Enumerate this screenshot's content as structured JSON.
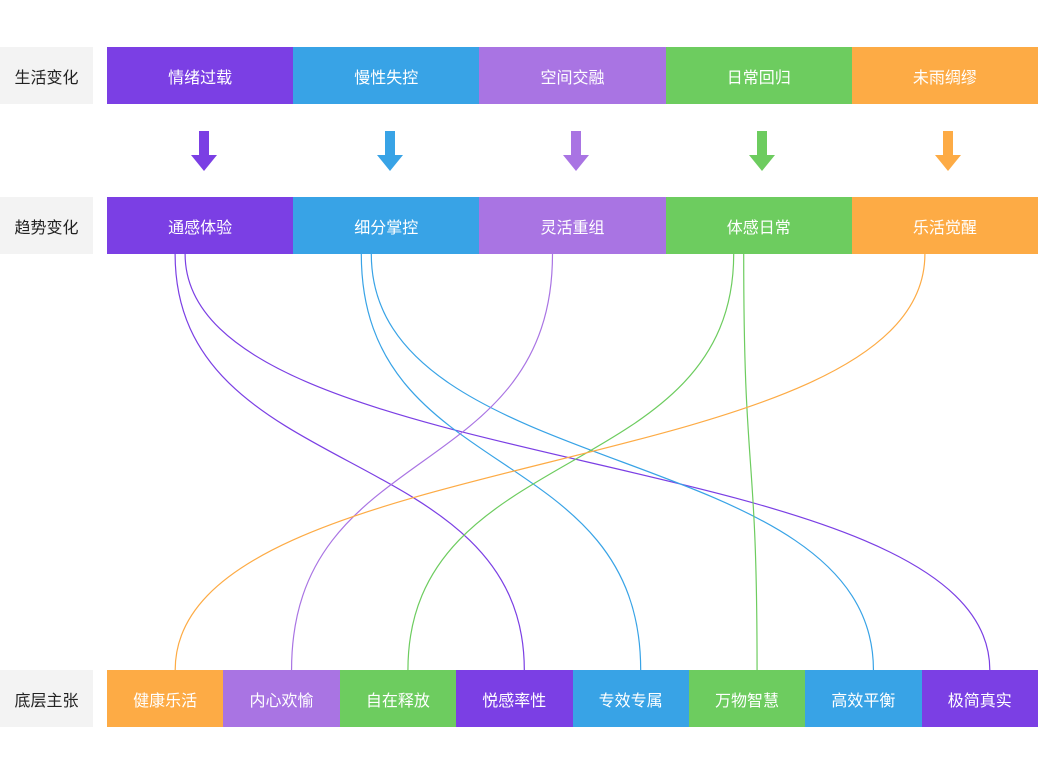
{
  "rows": {
    "life": {
      "label": "生活变化",
      "items": [
        {
          "text": "情绪过载",
          "color": "#7b3fe4"
        },
        {
          "text": "慢性失控",
          "color": "#38a3e6"
        },
        {
          "text": "空间交融",
          "color": "#a974e3"
        },
        {
          "text": "日常回归",
          "color": "#6dcc5f"
        },
        {
          "text": "未雨绸缪",
          "color": "#fdab45"
        }
      ]
    },
    "trend": {
      "label": "趋势变化",
      "items": [
        {
          "text": "通感体验",
          "color": "#7b3fe4"
        },
        {
          "text": "细分掌控",
          "color": "#38a3e6"
        },
        {
          "text": "灵活重组",
          "color": "#a974e3"
        },
        {
          "text": "体感日常",
          "color": "#6dcc5f"
        },
        {
          "text": "乐活觉醒",
          "color": "#fdab45"
        }
      ]
    },
    "claim": {
      "label": "底层主张",
      "items": [
        {
          "text": "健康乐活",
          "color": "#fdab45"
        },
        {
          "text": "内心欢愉",
          "color": "#a974e3"
        },
        {
          "text": "自在释放",
          "color": "#6dcc5f"
        },
        {
          "text": "悦感率性",
          "color": "#7b3fe4"
        },
        {
          "text": "专效专属",
          "color": "#38a3e6"
        },
        {
          "text": "万物智慧",
          "color": "#6dcc5f"
        },
        {
          "text": "高效平衡",
          "color": "#38a3e6"
        },
        {
          "text": "极简真实",
          "color": "#7b3fe4"
        }
      ]
    }
  },
  "links": [
    {
      "from": 0,
      "to": 3,
      "color": "#7b3fe4"
    },
    {
      "from": 0,
      "to": 7,
      "color": "#7b3fe4"
    },
    {
      "from": 1,
      "to": 4,
      "color": "#38a3e6"
    },
    {
      "from": 1,
      "to": 6,
      "color": "#38a3e6"
    },
    {
      "from": 2,
      "to": 1,
      "color": "#a974e3"
    },
    {
      "from": 3,
      "to": 2,
      "color": "#6dcc5f"
    },
    {
      "from": 3,
      "to": 5,
      "color": "#6dcc5f"
    },
    {
      "from": 4,
      "to": 0,
      "color": "#fdab45"
    }
  ]
}
